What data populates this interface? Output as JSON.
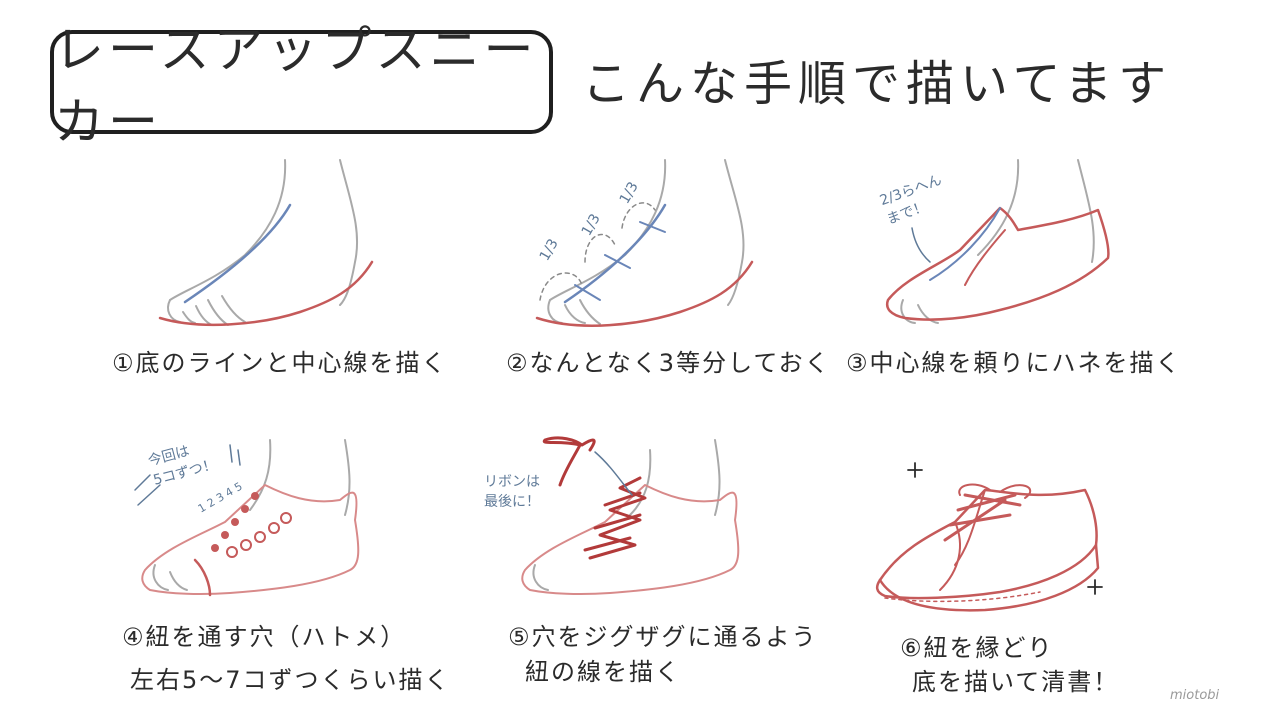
{
  "header": {
    "title": "レースアップスニーカー",
    "subtitle": "こんな手順で描いてます"
  },
  "steps": [
    {
      "line1": "①底のラインと中心線を描く"
    },
    {
      "line1": "②なんとなく3等分しておく"
    },
    {
      "line1": "③中心線を頼りにハネを描く"
    },
    {
      "line1": "④紐を通す穴（ハトメ）",
      "line2": "左右5〜7コずつくらい描く"
    },
    {
      "line1": "⑤穴をジグザグに通るよう",
      "line2": "紐の線を描く"
    },
    {
      "line1": "⑥紐を縁どり",
      "line2": "底を描いて清書！"
    }
  ],
  "notes": {
    "thirds": [
      "1/3",
      "1/3",
      "1/3"
    ],
    "two_thirds": "2/3らへん\nまで！",
    "count": "今回は\n5コずつ！",
    "ribbon": "リボンは\n最後に！",
    "eyelet_numbers": "1 2 3 4 5"
  },
  "signature": "miotobi",
  "colors": {
    "sketch_gray": "#a9a9a9",
    "guide_blue": "#6a86b8",
    "shoe_red": "#c55a5a",
    "lace_red": "#b23a3a",
    "note_blue": "#5f7a98"
  }
}
